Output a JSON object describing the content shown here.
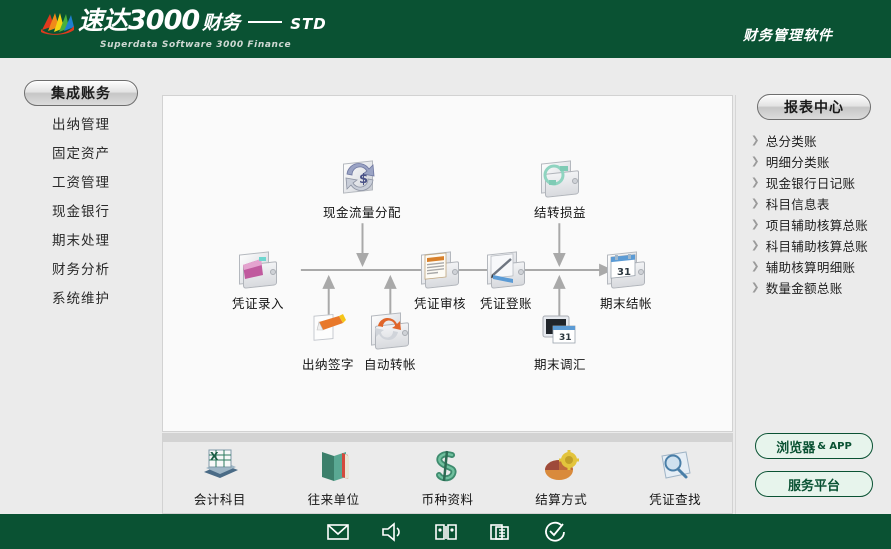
{
  "header": {
    "logo_cn": "速达",
    "logo_num": "3000",
    "logo_cn2": "财务",
    "logo_edition": "STD",
    "logo_sub": "Superdata Software 3000 Finance",
    "title": "财务管理软件",
    "bg_color": "#0a5233"
  },
  "sidebar": {
    "active_label": "集成账务",
    "items": [
      {
        "label": "出纳管理"
      },
      {
        "label": "固定资产"
      },
      {
        "label": "工资管理"
      },
      {
        "label": "现金银行"
      },
      {
        "label": "期末处理"
      },
      {
        "label": "财务分析"
      },
      {
        "label": "系统维护"
      }
    ]
  },
  "workflow": {
    "nodes": [
      {
        "label": "现金流量分配",
        "icon": "cash-flow-icon"
      },
      {
        "label": "结转损益",
        "icon": "profit-transfer-icon"
      },
      {
        "label": "凭证录入",
        "icon": "voucher-entry-icon"
      },
      {
        "label": "凭证审核",
        "icon": "voucher-audit-icon"
      },
      {
        "label": "凭证登账",
        "icon": "voucher-post-icon"
      },
      {
        "label": "期末结帐",
        "icon": "period-close-icon"
      },
      {
        "label": "出纳签字",
        "icon": "cashier-sign-icon"
      },
      {
        "label": "自动转帐",
        "icon": "auto-transfer-icon"
      },
      {
        "label": "期末调汇",
        "icon": "fx-adjust-icon"
      }
    ]
  },
  "shortcuts": [
    {
      "label": "会计科目",
      "icon": "ledger-accounts-icon"
    },
    {
      "label": "往来单位",
      "icon": "partner-units-icon"
    },
    {
      "label": "币种资料",
      "icon": "currency-icon"
    },
    {
      "label": "结算方式",
      "icon": "settlement-icon"
    },
    {
      "label": "凭证查找",
      "icon": "voucher-search-icon"
    }
  ],
  "report_center": {
    "title": "报表中心",
    "items": [
      {
        "label": "总分类账"
      },
      {
        "label": "明细分类账"
      },
      {
        "label": "现金银行日记账"
      },
      {
        "label": "科目信息表"
      },
      {
        "label": "项目辅助核算总账"
      },
      {
        "label": "科目辅助核算总账"
      },
      {
        "label": "辅助核算明细账"
      },
      {
        "label": "数量金额总账"
      }
    ],
    "buttons": [
      {
        "label": "浏览器",
        "suffix": "& APP"
      },
      {
        "label": "服务平台",
        "suffix": ""
      }
    ]
  },
  "footer": {
    "icons": [
      {
        "name": "mail-icon"
      },
      {
        "name": "speaker-icon"
      },
      {
        "name": "book-icon"
      },
      {
        "name": "copy-icon"
      },
      {
        "name": "check-circle-icon"
      }
    ]
  }
}
